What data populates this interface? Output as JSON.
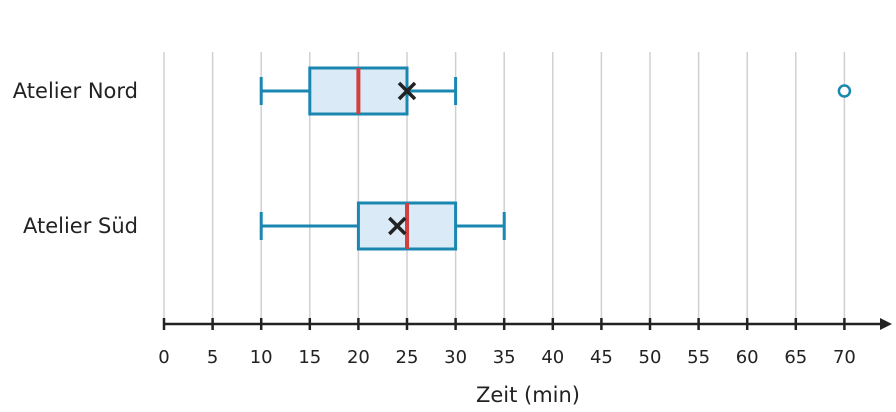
{
  "chart_data": {
    "type": "boxplot",
    "orientation": "horizontal",
    "xlabel": "Zeit (min)",
    "xlim": [
      0,
      75
    ],
    "xticks": [
      0,
      5,
      10,
      15,
      20,
      25,
      30,
      35,
      40,
      45,
      50,
      55,
      60,
      65,
      70
    ],
    "grid": "vertical",
    "series": [
      {
        "name": "Atelier Nord",
        "whisker_low": 10,
        "q1": 15,
        "median": 20,
        "q3": 25,
        "whisker_high": 30,
        "mean": 25,
        "outliers": [
          70
        ]
      },
      {
        "name": "Atelier Süd",
        "whisker_low": 10,
        "q1": 20,
        "median": 25,
        "q3": 30,
        "whisker_high": 35,
        "mean": 24,
        "outliers": []
      }
    ],
    "colors": {
      "box_stroke": "#1a87b0",
      "box_fill": "#dbeaf7",
      "median": "#d13f3f",
      "mean_marker": "#222222",
      "outlier": "#1a87b0",
      "grid": "#d0d0d0",
      "axis": "#222222"
    }
  }
}
